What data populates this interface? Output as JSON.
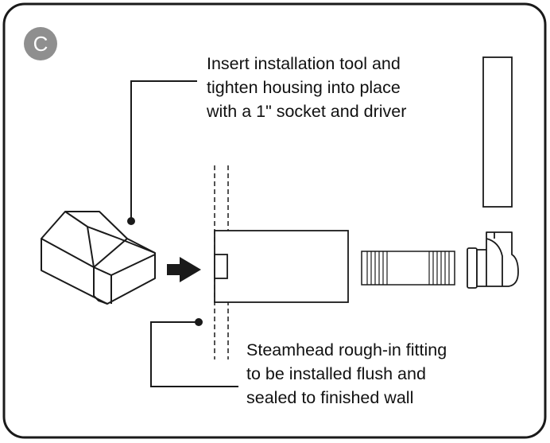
{
  "step": {
    "label": "C"
  },
  "callouts": {
    "install_tool": {
      "lines": [
        "Insert installation tool and",
        "tighten housing into place",
        "with a 1\" socket and driver"
      ]
    },
    "rough_in": {
      "lines": [
        "Steamhead rough-in fitting",
        "to be installed flush and",
        "sealed to finished wall"
      ]
    }
  },
  "icons": {
    "direction": "arrow-right-icon",
    "tool": "installation-tool-icon",
    "fitting": "elbow-fitting-icon"
  },
  "colors": {
    "line": "#1a1a1a",
    "badge": "#8f8f8f",
    "frame": "#1a1a1a"
  }
}
